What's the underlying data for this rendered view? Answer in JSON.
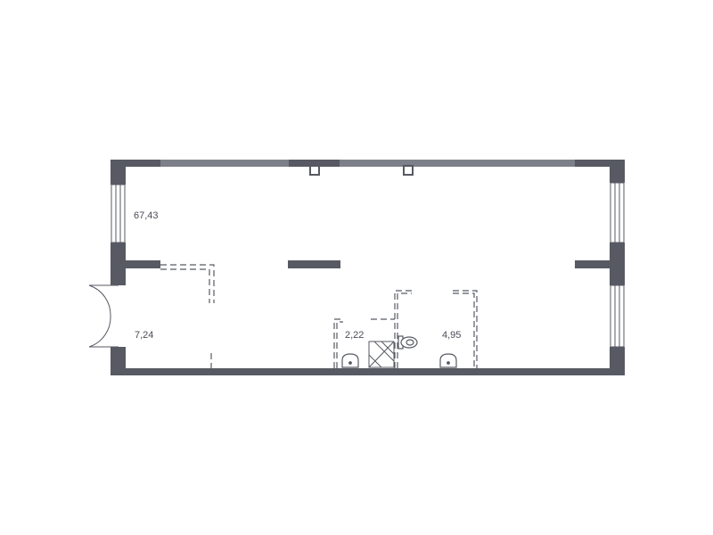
{
  "floorplan": {
    "colors": {
      "wall": "#575a63",
      "line": "#575a63",
      "background": "#ffffff"
    },
    "rooms": [
      {
        "name": "main-hall",
        "area_label": "67,43"
      },
      {
        "name": "vestibule",
        "area_label": "7,24"
      },
      {
        "name": "bathroom-small",
        "area_label": "2,22"
      },
      {
        "name": "bathroom-large",
        "area_label": "4,95"
      }
    ],
    "fixtures": [
      "sink-icon",
      "shower-tray-icon",
      "toilet-icon",
      "sink-icon"
    ]
  }
}
